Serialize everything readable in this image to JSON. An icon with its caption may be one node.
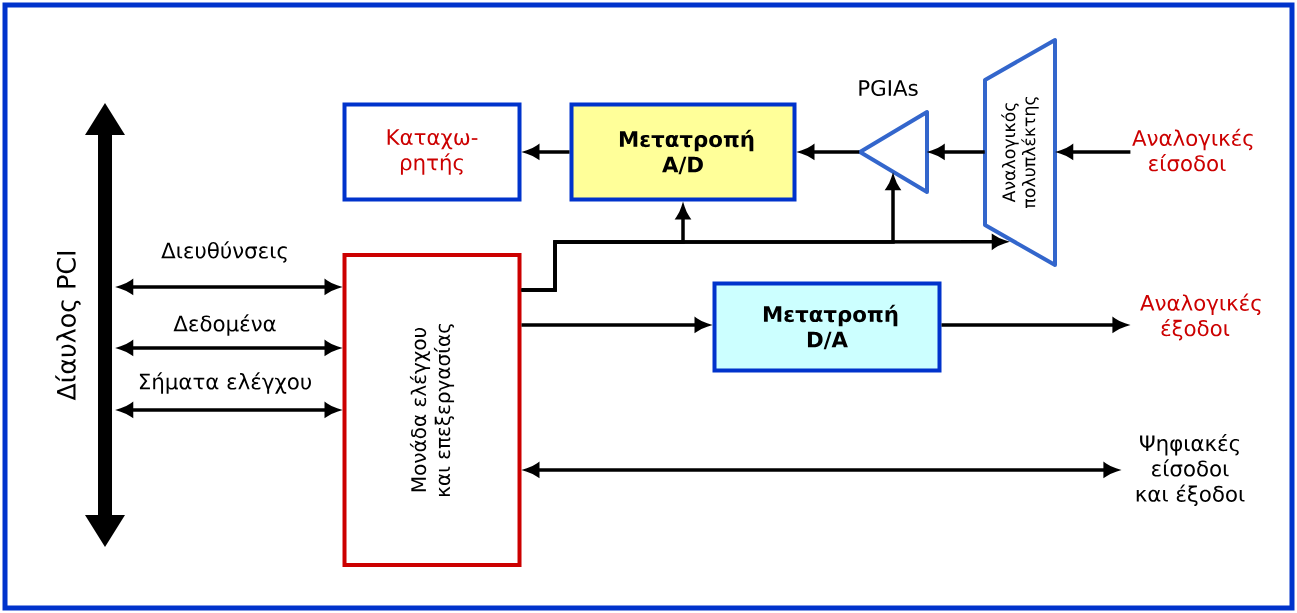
{
  "diagram": {
    "nodes": [
      {
        "text": [],
        "shape": "bar",
        "beside": [
          "Δίαυλος PCI"
        ]
      },
      {
        "text": [
          "Καταχω- ρητής"
        ]
      },
      {
        "text": [
          "Μετατροπή A/D"
        ]
      },
      {
        "text": [],
        "shape": "triangle",
        "beside": [
          "PGIAs"
        ]
      },
      {
        "text": [
          "Αναλογικός πολυπλέκτης"
        ]
      },
      {
        "text": [
          "Αναλογικές είσοδοι"
        ]
      },
      {
        "text": [
          "Μονάδα ελέγχου και επεξεργασίας"
        ]
      },
      {
        "text": [
          "Μετατροπή D/A"
        ]
      },
      {
        "text": [
          "Αναλογικές έξοδοι"
        ]
      },
      {
        "text": [
          "Ψηφιακές είσοδοι και έξοδοι"
        ]
      }
    ],
    "edges": [
      {
        "from": 2,
        "to": 1,
        "arrow": "to"
      },
      {
        "from": 3,
        "to": 2,
        "arrow": "to"
      },
      {
        "from": 4,
        "to": 3,
        "arrow": "to"
      },
      {
        "from": 5,
        "to": 4,
        "arrow": "to"
      },
      {
        "from": 0,
        "to": 6,
        "arrow": "both",
        "label": "Διευθύνσεις"
      },
      {
        "from": 0,
        "to": 6,
        "arrow": "both",
        "label": "Δεδομένα"
      },
      {
        "from": 0,
        "to": 6,
        "arrow": "both",
        "label": "Σήματα ελέγχου"
      },
      {
        "from": 6,
        "to": 2,
        "arrow": "to"
      },
      {
        "from": 6,
        "to": 3,
        "arrow": "to"
      },
      {
        "from": 6,
        "to": 4,
        "arrow": "to"
      },
      {
        "from": 6,
        "to": 7,
        "arrow": "to"
      },
      {
        "from": 7,
        "to": 8,
        "arrow": "to"
      },
      {
        "from": 6,
        "to": 9,
        "arrow": "both"
      }
    ]
  }
}
